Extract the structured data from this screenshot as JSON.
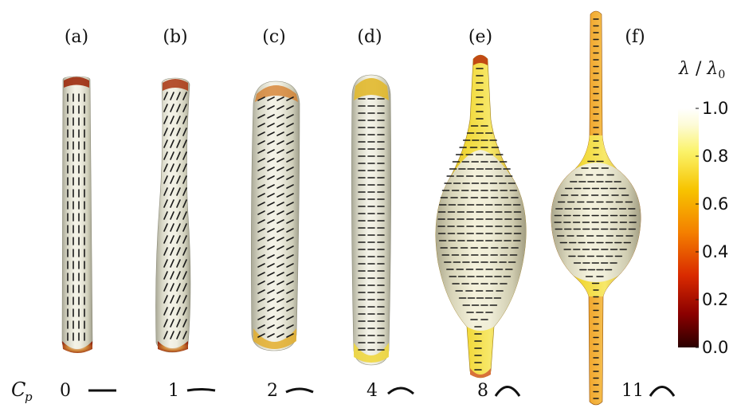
{
  "figure": {
    "panels": [
      {
        "label": "(a)",
        "cp": "0",
        "director": "vertical"
      },
      {
        "label": "(b)",
        "cp": "1",
        "director": "tilted-steep"
      },
      {
        "label": "(c)",
        "cp": "2",
        "director": "tilted-shallow"
      },
      {
        "label": "(d)",
        "cp": "4",
        "director": "horizontal"
      },
      {
        "label": "(e)",
        "cp": "8",
        "director": "horizontal"
      },
      {
        "label": "(f)",
        "cp": "11",
        "director": "horizontal"
      }
    ],
    "cp_symbol": "C",
    "cp_subscript": "p",
    "colorbar": {
      "title_lambda": "λ",
      "title_slash": " / ",
      "title_lambda0": "λ",
      "title_sub": "0",
      "ticks": [
        "1.0",
        "0.8",
        "0.6",
        "0.4",
        "0.2",
        "0.0"
      ],
      "colors": [
        "#2b0000",
        "#8b0000",
        "#d92a00",
        "#f47f00",
        "#f7c400",
        "#fbf36a",
        "#fdfbd6",
        "#ffffff"
      ]
    },
    "colors": {
      "body_light": "#f1f0e4",
      "body_mid": "#d9d8c8",
      "body_dark": "#a8a795",
      "cap_red": "#b5280d",
      "cap_yellow": "#efd23a",
      "stripe": "#1a1a1a"
    }
  }
}
